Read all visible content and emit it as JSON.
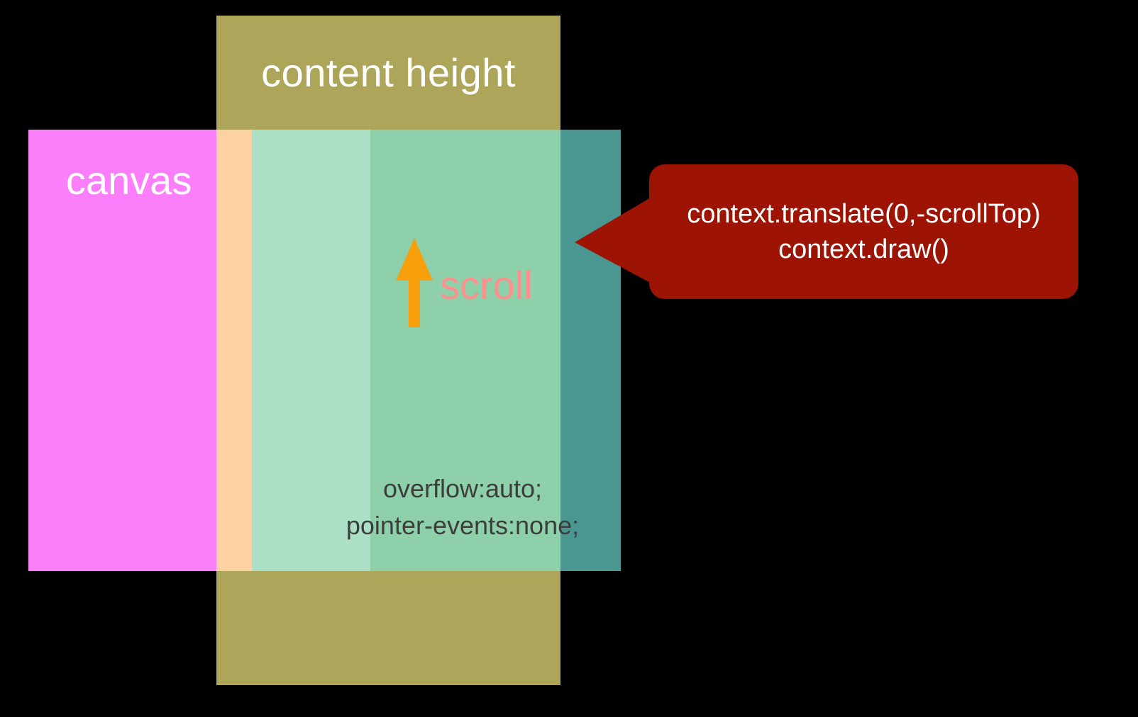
{
  "labels": {
    "content_height": "content height",
    "canvas": "canvas",
    "scroll": "scroll",
    "overflow_line1": "overflow:auto;",
    "overflow_line2": "pointer-events:none;",
    "callout_line1": "context.translate(0,-scrollTop)",
    "callout_line2": "context.draw()"
  },
  "colors": {
    "background": "#000000",
    "content_height_fill": "#aca55a",
    "canvas_fill": "#fb7efa",
    "viewport_peach": "#fdd2a2",
    "viewport_mint": "#ace0c6",
    "viewport_green": "#8ed0a9",
    "offscreen_teal": "#4a9690",
    "arrow_orange": "#f8a00b",
    "scroll_text": "#ff8f8f",
    "overlay_text": "#3d3d3d",
    "callout_bg": "#9d1404",
    "callout_text": "#ffffff",
    "heading_text": "#ffffff"
  }
}
